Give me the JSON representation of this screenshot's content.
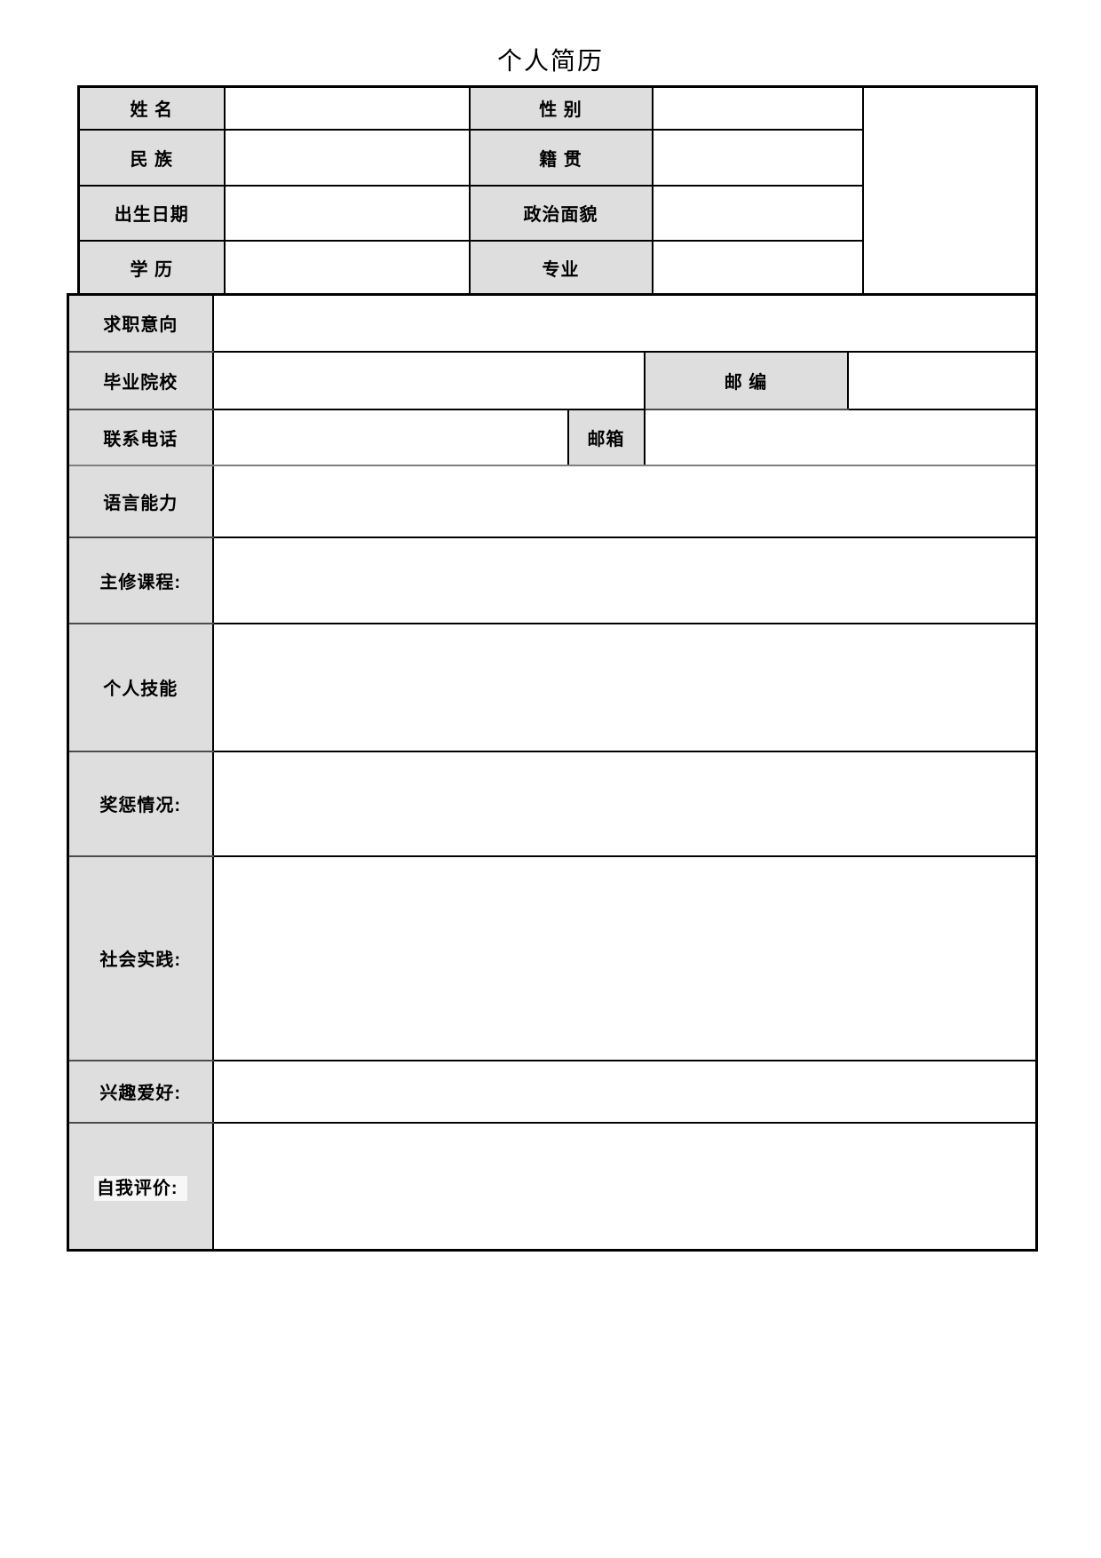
{
  "page": {
    "title": "个人简历"
  },
  "colors": {
    "label_bg": "#dedede",
    "border": "#000000",
    "label_highlight_bg": "#f7f7f7"
  },
  "basic_info": {
    "rows": [
      {
        "left_label": "姓 名",
        "left_value": "",
        "right_label": "性 别",
        "right_value": ""
      },
      {
        "left_label": "民 族",
        "left_value": "",
        "right_label": "籍 贯",
        "right_value": ""
      },
      {
        "left_label": "出生日期",
        "left_value": "",
        "right_label": "政治面貌",
        "right_value": ""
      },
      {
        "left_label": "学 历",
        "left_value": "",
        "right_label": "专业",
        "right_value": ""
      }
    ],
    "photo_placeholder": ""
  },
  "details": {
    "job_intention": {
      "label": "求职意向",
      "value": ""
    },
    "school": {
      "label": "毕业院校",
      "value": ""
    },
    "postcode": {
      "label": "邮 编",
      "value": ""
    },
    "phone": {
      "label": "联系电话",
      "value": ""
    },
    "email": {
      "label": "邮箱",
      "value": ""
    },
    "language": {
      "label": "语言能力",
      "value": ""
    },
    "courses": {
      "label": "主修课程:",
      "value": ""
    },
    "skills": {
      "label": "个人技能",
      "value": ""
    },
    "awards": {
      "label": "奖惩情况:",
      "value": ""
    },
    "practice": {
      "label": "社会实践:",
      "value": ""
    },
    "hobbies": {
      "label": "兴趣爱好:",
      "value": ""
    },
    "self_evaluation": {
      "label": "自我评价:",
      "value": ""
    }
  }
}
